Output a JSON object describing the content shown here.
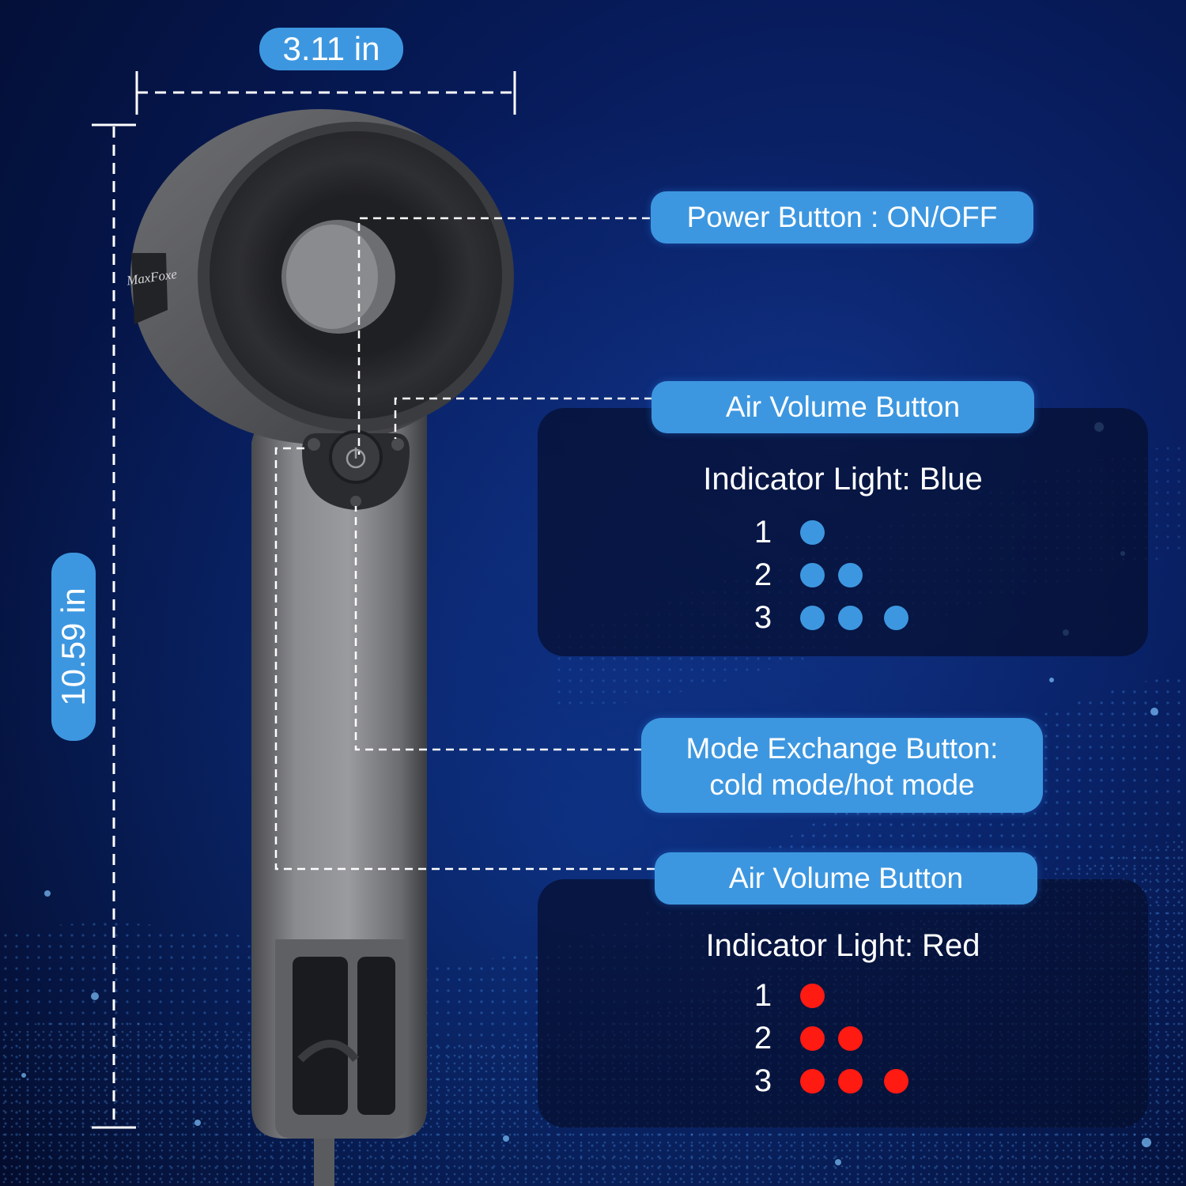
{
  "dimensions": {
    "width_label": "3.11 in",
    "height_label": "10.59 in"
  },
  "product": {
    "brand_logo": "MaxFoxe"
  },
  "callouts": {
    "power": "Power Button : ON/OFF",
    "air_volume_top": "Air Volume Button",
    "mode_line1": "Mode Exchange Button:",
    "mode_line2": "cold mode/hot mode",
    "air_volume_bottom": "Air Volume Button"
  },
  "blue_panel": {
    "title": "Indicator Light: Blue",
    "color": "#3d97e0",
    "levels": [
      {
        "label": "1",
        "dots": 1
      },
      {
        "label": "2",
        "dots": 2
      },
      {
        "label": "3",
        "dots": 3
      }
    ]
  },
  "red_panel": {
    "title": "Indicator Light: Red",
    "color": "#ff1a12",
    "levels": [
      {
        "label": "1",
        "dots": 1
      },
      {
        "label": "2",
        "dots": 2
      },
      {
        "label": "3",
        "dots": 3
      }
    ]
  }
}
